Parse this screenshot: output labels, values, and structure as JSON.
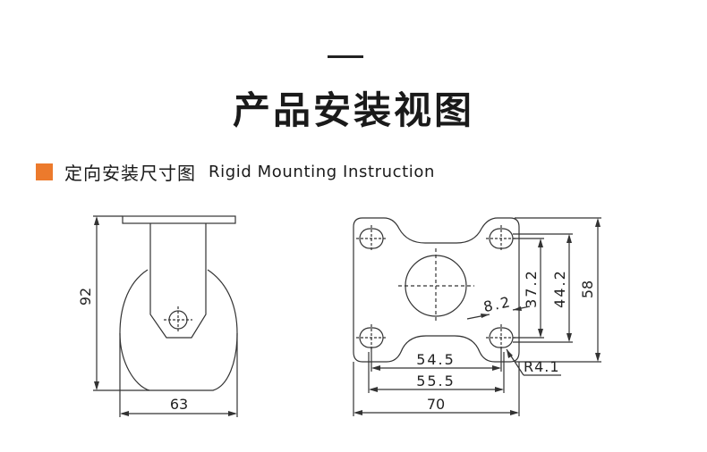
{
  "page": {
    "title": "产品安装视图"
  },
  "section": {
    "title_cn": "定向安装尺寸图",
    "title_en": "Rigid Mounting Instruction",
    "marker_color": "#ec7a2c"
  },
  "side_view": {
    "height": "92",
    "width": "63"
  },
  "top_view": {
    "dim_70": "70",
    "dim_55_5": "55.5",
    "dim_54_5": "54.5",
    "dim_37_2": "37.2",
    "dim_44_2": "44.2",
    "dim_58": "58",
    "dim_8_2": "8.2",
    "radius": "R4.1"
  }
}
